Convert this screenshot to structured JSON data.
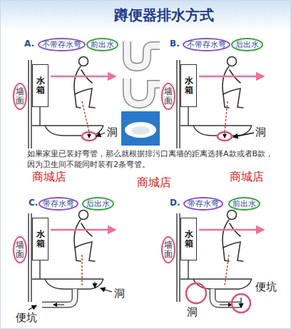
{
  "diagram": {
    "title": "蹲便器排水方式",
    "nodes": [
      {
        "text": [
          "不带存水弯"
        ]
      },
      {
        "text": [
          "前出水"
        ]
      },
      {
        "text": [
          "水箱"
        ]
      },
      {
        "text": [
          "墙面"
        ]
      },
      {
        "text": [
          "不带存水弯"
        ]
      },
      {
        "text": [
          "后出水"
        ]
      },
      {
        "text": [
          "水箱"
        ]
      },
      {
        "text": [
          "墙面"
        ]
      },
      {
        "text": [
          "带存水弯"
        ]
      },
      {
        "text": [
          "后出水"
        ]
      },
      {
        "text": [
          "水箱"
        ]
      },
      {
        "text": [
          "墙面"
        ]
      },
      {
        "text": [
          "带存水弯"
        ]
      },
      {
        "text": [
          "前出水"
        ]
      },
      {
        "text": [
          "水箱"
        ]
      },
      {
        "text": [
          "墙面"
        ]
      }
    ],
    "labels": [
      "A.",
      "洞",
      "B.",
      "洞",
      "如果家里已装好弯管，那么就根据排污口离墙的距离选择A款或者B款，因为卫生间不能同时装有2条弯管。",
      "商城店",
      "商城店",
      "商城店",
      "C.",
      "洞",
      "便坑",
      "D.",
      "洞",
      "便坑"
    ]
  }
}
